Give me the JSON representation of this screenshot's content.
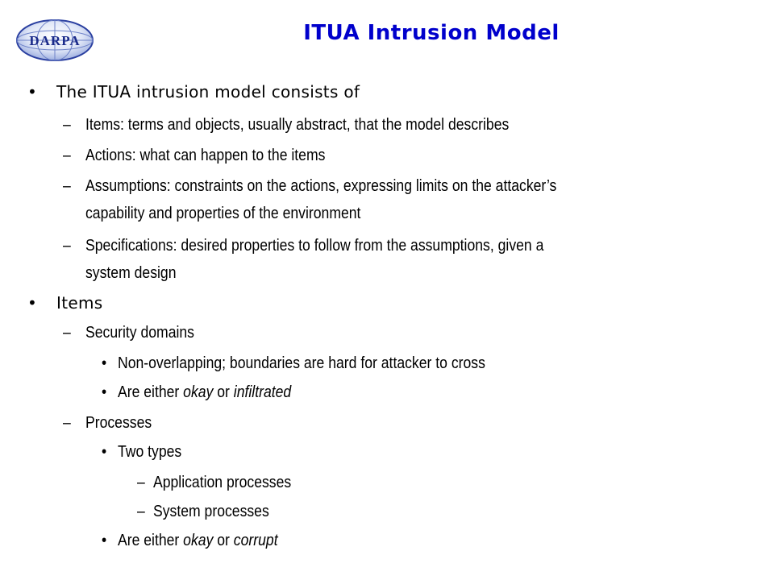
{
  "logo": {
    "text": "DARPA"
  },
  "title": "ITUA Intrusion Model",
  "items": [
    {
      "level": 1,
      "marker": "•",
      "text": "The ITUA intrusion model consists of"
    },
    {
      "level": 2,
      "marker": "–",
      "text": "Items: terms and objects, usually abstract, that the model describes"
    },
    {
      "level": 2,
      "marker": "–",
      "text": "Actions: what can happen to the items"
    },
    {
      "level": 2,
      "marker": "–",
      "text": "Assumptions: constraints on the actions, expressing limits on the attacker’s"
    },
    {
      "level": 2,
      "marker": "",
      "text": "capability and properties of the environment"
    },
    {
      "level": 2,
      "marker": "–",
      "text": "Specifications: desired properties to follow from the assumptions, given a"
    },
    {
      "level": 2,
      "marker": "",
      "text": "system design"
    },
    {
      "level": 1,
      "marker": "•",
      "text": "Items"
    },
    {
      "level": 2,
      "marker": "–",
      "text": "Security domains"
    },
    {
      "level": 3,
      "marker": "•",
      "text": "Non-overlapping; boundaries are hard for attacker to cross"
    },
    {
      "level": 3,
      "marker": "•",
      "text": "Are either ",
      "em1": "okay",
      "mid": " or ",
      "em2": "infiltrated"
    },
    {
      "level": 2,
      "marker": "–",
      "text": "Processes"
    },
    {
      "level": 3,
      "marker": "•",
      "text": "Two types"
    },
    {
      "level": 4,
      "marker": "–",
      "text": "Application processes"
    },
    {
      "level": 4,
      "marker": "–",
      "text": "System processes"
    },
    {
      "level": 3,
      "marker": "•",
      "text": "Are either ",
      "em1": "okay",
      "mid": " or ",
      "em2": "corrupt"
    }
  ]
}
